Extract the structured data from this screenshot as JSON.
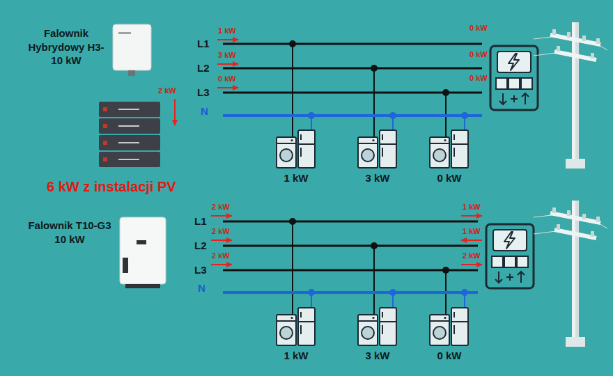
{
  "diagram": {
    "nodes": [
      {
        "text": [
          "Falownik Hybrydowy H3-10 kW"
        ]
      },
      {
        "text": [
          "1 kW"
        ]
      },
      {
        "text": [
          "3 kW"
        ]
      },
      {
        "text": [
          "0 kW"
        ]
      },
      {
        "text": [
          "Falownik T10-G3 10 kW"
        ]
      },
      {
        "text": [
          "1 kW"
        ]
      },
      {
        "text": [
          "3 kW"
        ]
      },
      {
        "text": [
          "0 kW"
        ]
      }
    ],
    "labels": [
      "2 kW",
      "L1",
      "L2",
      "L3",
      "N",
      "1 kW",
      "3 kW",
      "0 kW",
      "0 kW",
      "0 kW",
      "0 kW",
      "6 kW z instalacji PV",
      "L1",
      "L2",
      "L3",
      "N",
      "2 kW",
      "2 kW",
      "2 kW",
      "1 kW",
      "1 kW",
      "2 kW"
    ]
  }
}
